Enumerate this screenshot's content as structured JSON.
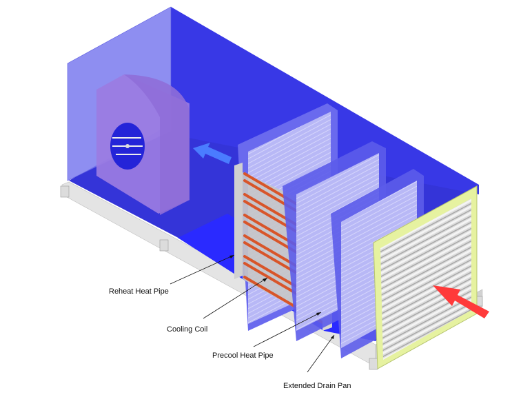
{
  "diagram": {
    "subject": "Air handling unit with heat pipe dehumidification",
    "colors": {
      "casing": "#3a3ae0",
      "casing_light": "#6f6ff2",
      "casing_translucent": "#8a8af0",
      "fan_housing": "#a07ae0",
      "base_rail": "#e4e4e4",
      "heat_pipe": "#d8552a",
      "filter_frame": "#e6f2a0",
      "filter_face": "#d8d8d8",
      "supply_arrow": "#4a7cff",
      "intake_arrow": "#ff3a3a",
      "leader_line": "#111111"
    },
    "labels": [
      {
        "id": "reheat-heat-pipe",
        "text": "Reheat Heat Pipe"
      },
      {
        "id": "cooling-coil",
        "text": "Cooling Coil"
      },
      {
        "id": "precool-heat-pipe",
        "text": "Precool Heat Pipe"
      },
      {
        "id": "extended-drain-pan",
        "text": "Extended Drain Pan"
      }
    ],
    "components": [
      "blower-fan",
      "reheat-heat-pipe",
      "cooling-coil",
      "precool-heat-pipe",
      "filter-banks",
      "intake-louver",
      "extended-drain-pan",
      "base-rail"
    ],
    "arrows": [
      {
        "id": "supply-air-arrow",
        "direction": "out-to-fan"
      },
      {
        "id": "intake-air-arrow",
        "direction": "in-through-louver"
      }
    ]
  }
}
